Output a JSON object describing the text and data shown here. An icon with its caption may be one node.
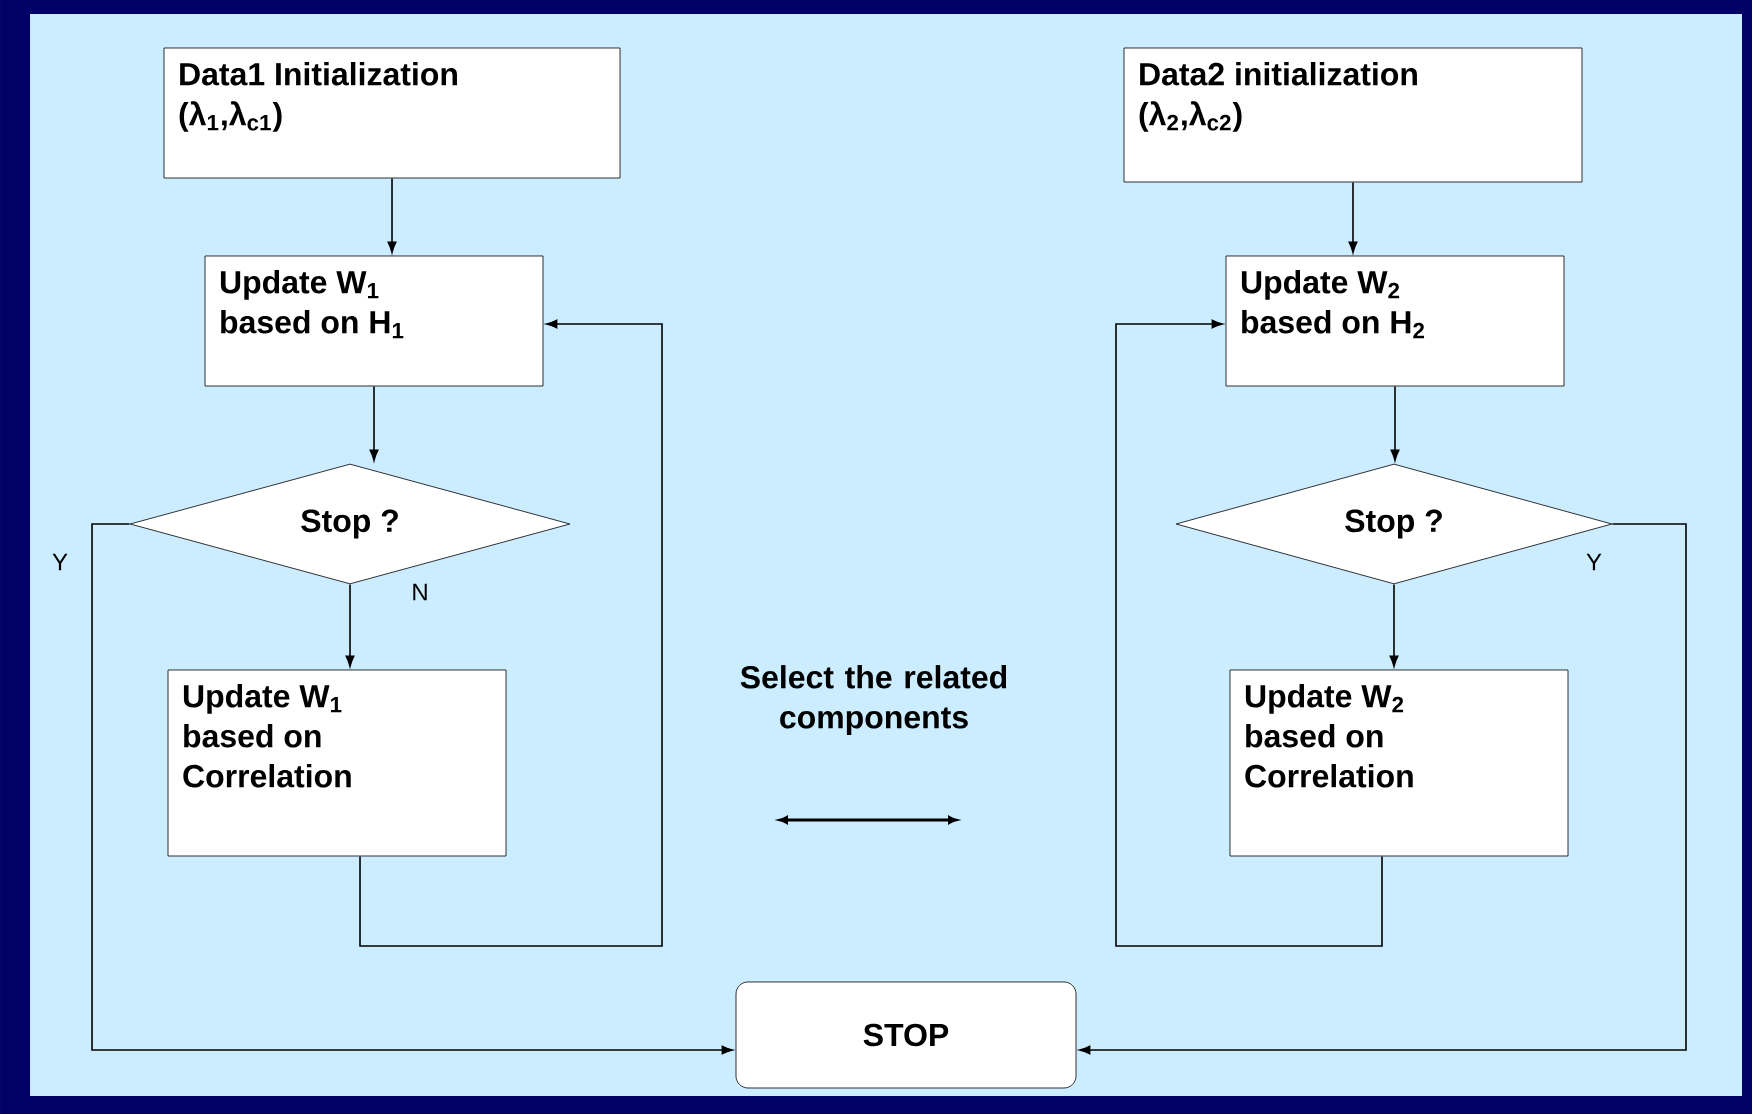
{
  "diagram": {
    "nodes": [
      {
        "text": [
          "Data1 Initialization (λ$_{1}$,λ$_{c1}$)"
        ]
      },
      {
        "text": [
          "Update W$_{1}$ based on H$_{1}$"
        ]
      },
      {
        "text": [
          "Stop ?"
        ]
      },
      {
        "text": [
          "Update W$_{1}$ based on Correlation"
        ]
      },
      {
        "text": [
          "Data2 initialization (λ$_{2}$,λ$_{c2}$)"
        ]
      },
      {
        "text": [
          "Update W$_{2}$ based on H$_{2}$"
        ]
      },
      {
        "text": [
          "Stop ?"
        ]
      },
      {
        "text": [
          "Update W$_{2}$ based on Correlation"
        ]
      },
      {
        "text": [
          "STOP"
        ]
      }
    ],
    "edges": [
      {
        "from": 0,
        "to": 1,
        "arrow": "to"
      },
      {
        "from": 1,
        "to": 2,
        "arrow": "to"
      },
      {
        "from": 2,
        "to": 3,
        "arrow": "to",
        "label": "N"
      },
      {
        "from": 3,
        "to": 1,
        "arrow": "to"
      },
      {
        "from": 2,
        "to": 8,
        "arrow": "to",
        "label": "Y"
      },
      {
        "from": 4,
        "to": 5,
        "arrow": "to"
      },
      {
        "from": 5,
        "to": 6,
        "arrow": "to"
      },
      {
        "from": 6,
        "to": 7,
        "arrow": "to"
      },
      {
        "from": 7,
        "to": 5,
        "arrow": "to"
      },
      {
        "from": 6,
        "to": 8,
        "arrow": "to",
        "label": "Y"
      }
    ],
    "labels": [
      "Select the related components"
    ]
  }
}
